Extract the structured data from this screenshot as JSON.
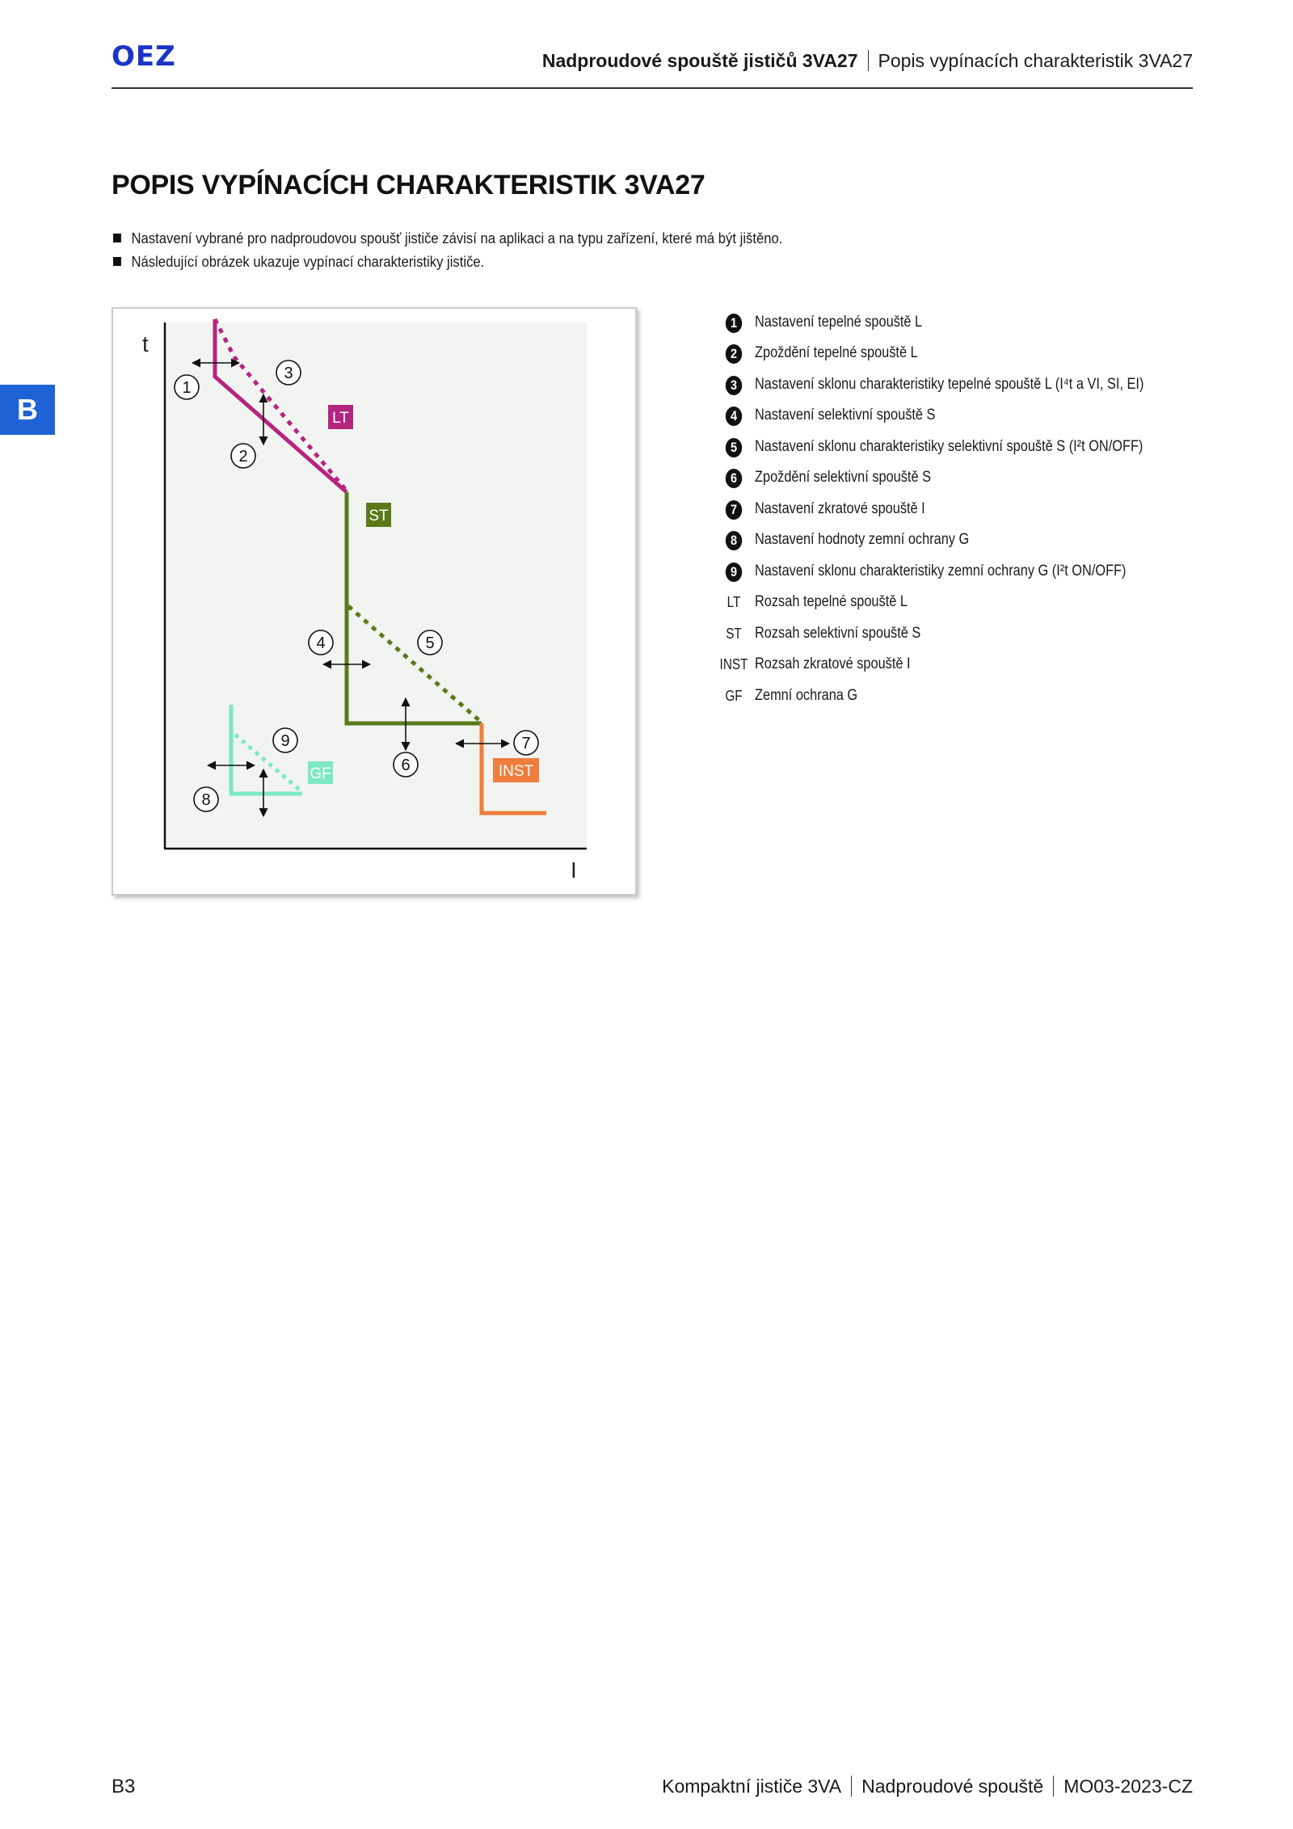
{
  "header": {
    "logo": "OEZ",
    "title_bold": "Nadproudové spouště jističů 3VA27",
    "title_rest": "Popis vypínacích charakteristik 3VA27"
  },
  "side_tab": "B",
  "main": {
    "title": "POPIS VYPÍNACÍCH CHARAKTERISTIK 3VA27",
    "bullets": [
      "Nastavení vybrané pro nadproudovou spoušť jističe závisí na aplikaci a na typu zařízení, které má být jištěno.",
      "Následující obrázek ukazuje vypínací charakteristiky jističe."
    ]
  },
  "figure": {
    "axis_y": "t",
    "axis_x": "I",
    "labels": {
      "lt": "LT",
      "st": "ST",
      "inst": "INST",
      "gf": "GF"
    },
    "markers": [
      "1",
      "2",
      "3",
      "4",
      "5",
      "6",
      "7",
      "8",
      "9"
    ],
    "colors": {
      "lt": "#b5247f",
      "st": "#5a7a1a",
      "inst": "#ef7d3c",
      "gf": "#7de8c2",
      "plot_bg": "#f1f4f1"
    }
  },
  "legend": [
    {
      "key": "1",
      "text": "Nastavení tepelné spouště L"
    },
    {
      "key": "2",
      "text": "Zpoždění tepelné spouště L"
    },
    {
      "key": "3",
      "text": "Nastavení sklonu charakteristiky tepelné spouště L (I⁴t a VI, SI, EI)"
    },
    {
      "key": "4",
      "text": "Nastavení selektivní spouště S"
    },
    {
      "key": "5",
      "text": "Nastavení sklonu charakteristiky selektivní spouště S (I²t ON/OFF)"
    },
    {
      "key": "6",
      "text": "Zpoždění selektivní spouště S"
    },
    {
      "key": "7",
      "text": "Nastavení zkratové spouště I"
    },
    {
      "key": "8",
      "text": "Nastavení hodnoty zemní ochrany G"
    },
    {
      "key": "9",
      "text": "Nastavení sklonu charakteristiky zemní ochrany G (I²t ON/OFF)"
    },
    {
      "key": "LT",
      "text": "Rozsah tepelné spouště L"
    },
    {
      "key": "ST",
      "text": "Rozsah selektivní spouště S"
    },
    {
      "key": "INST",
      "text": "Rozsah zkratové spouště I"
    },
    {
      "key": "GF",
      "text": "Zemní ochrana G"
    }
  ],
  "footer": {
    "page": "B3",
    "parts": [
      "Kompaktní jističe 3VA",
      "Nadproudové spouště",
      "MO03-2023-CZ"
    ]
  }
}
